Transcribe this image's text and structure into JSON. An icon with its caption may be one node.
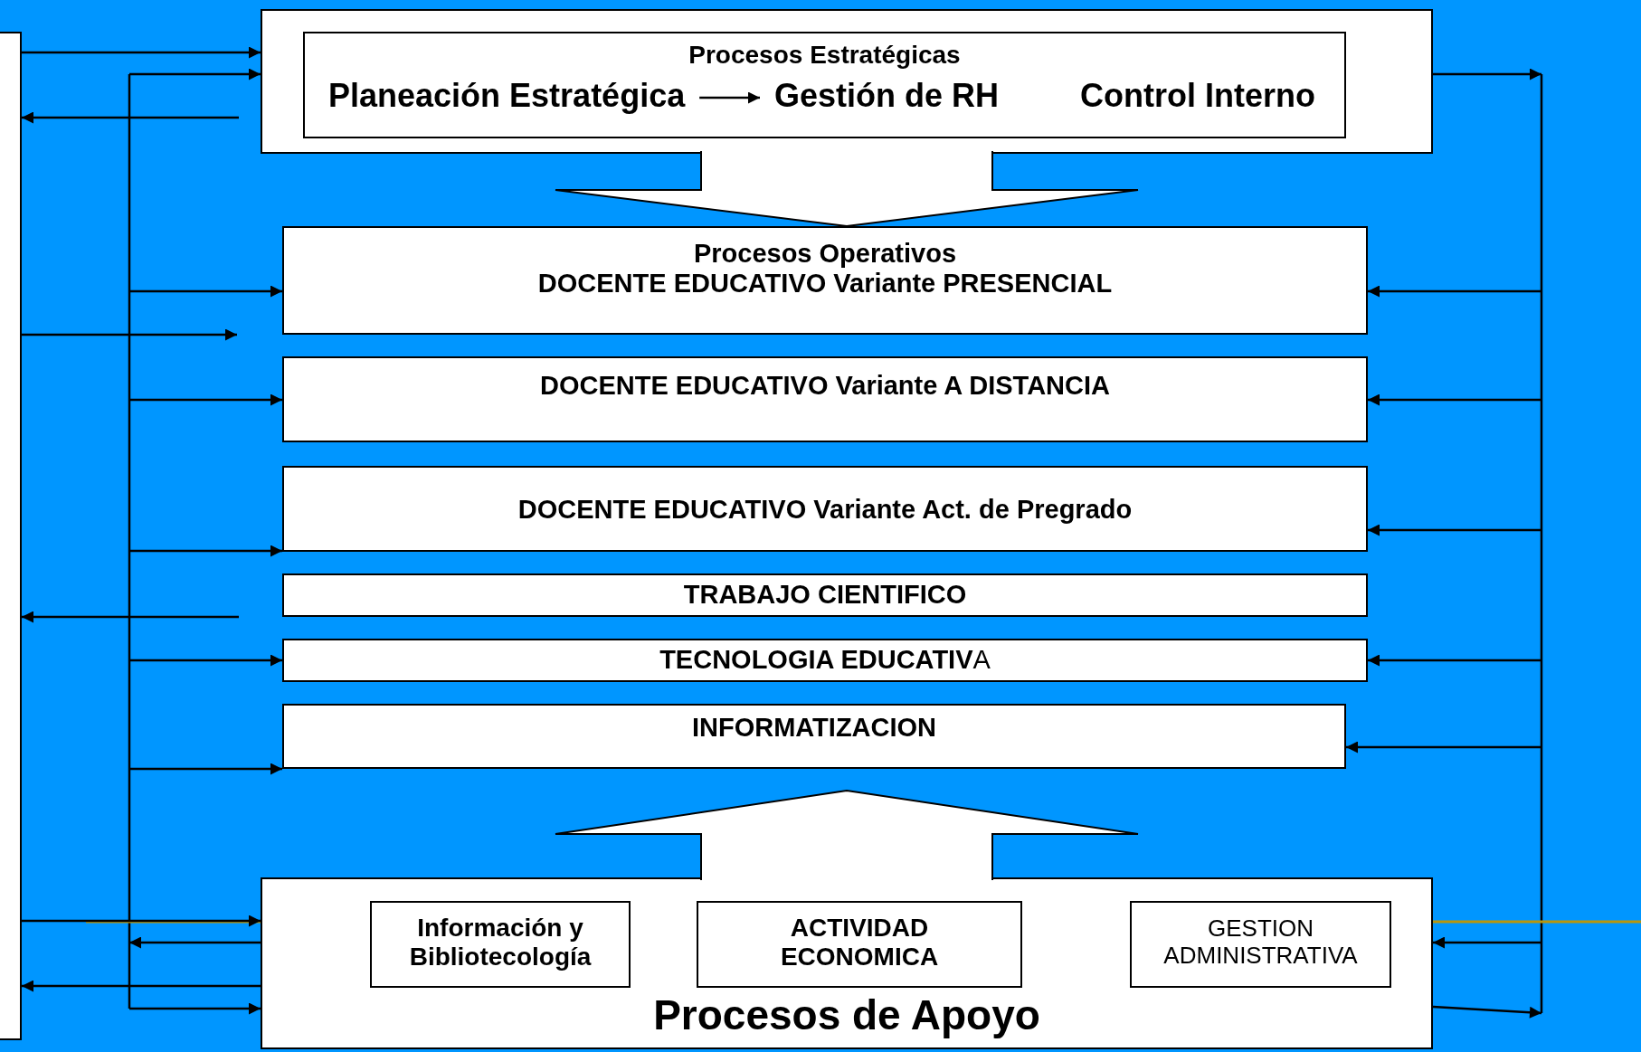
{
  "diagram": {
    "nodes": [
      {
        "text": [],
        "shape": "box"
      },
      {
        "text": [],
        "shape": "box"
      },
      {
        "text": [
          "Procesos Estratégicas"
        ],
        "in": 1
      },
      {
        "text": [
          "Planeación Estratégica"
        ],
        "in": 2
      },
      {
        "text": [
          "Gestión de RH"
        ],
        "in": 2
      },
      {
        "text": [
          "Control Interno"
        ],
        "in": 2
      },
      {
        "text": [
          "Procesos Operativos",
          "DOCENTE EDUCATIVO Variante PRESENCIAL"
        ]
      },
      {
        "text": [
          "DOCENTE EDUCATIVO Variante A DISTANCIA"
        ]
      },
      {
        "text": [
          "DOCENTE EDUCATIVO Variante Act. de Pregrado"
        ]
      },
      {
        "text": [
          "TRABAJO CIENTIFICO"
        ]
      },
      {
        "text": [
          "**TECNOLOGIA EDUCATIV**A"
        ]
      },
      {
        "text": [
          "INFORMATIZACION"
        ]
      },
      {
        "text": [
          "Procesos de Apoyo"
        ]
      },
      {
        "text": [
          "Información y Bibliotecología"
        ],
        "in": 12
      },
      {
        "text": [
          "ACTIVIDAD ECONOMICA"
        ],
        "in": 12
      },
      {
        "text": [
          "GESTION ADMINISTRATIVA"
        ],
        "in": 12
      }
    ],
    "edges": [
      {
        "from": 0,
        "to": 1,
        "arrow": "to"
      },
      {
        "from": null,
        "to": 0,
        "arrow": "to"
      },
      {
        "from": 0,
        "to": null,
        "arrow": "to"
      },
      {
        "from": null,
        "to": 0,
        "arrow": "to"
      },
      {
        "from": 0,
        "to": 12,
        "arrow": "to"
      },
      {
        "from": 12,
        "to": 0,
        "arrow": "to"
      },
      {
        "from": 12,
        "to": null,
        "arrow": "to"
      },
      {
        "from": null,
        "to": 1,
        "arrow": "to"
      },
      {
        "from": null,
        "to": 6,
        "arrow": "to"
      },
      {
        "from": null,
        "to": 7,
        "arrow": "to"
      },
      {
        "from": null,
        "to": 8,
        "arrow": "to"
      },
      {
        "from": null,
        "to": 10,
        "arrow": "to"
      },
      {
        "from": null,
        "to": 11,
        "arrow": "to"
      },
      {
        "from": null,
        "to": 12,
        "arrow": "to"
      },
      {
        "from": 1,
        "to": null,
        "arrow": "to"
      },
      {
        "from": null,
        "to": 6,
        "arrow": "to"
      },
      {
        "from": null,
        "to": 7,
        "arrow": "to"
      },
      {
        "from": null,
        "to": 8,
        "arrow": "to"
      },
      {
        "from": null,
        "to": 10,
        "arrow": "to"
      },
      {
        "from": null,
        "to": 11,
        "arrow": "to"
      },
      {
        "from": null,
        "to": 12,
        "arrow": "to"
      },
      {
        "from": 12,
        "to": null,
        "arrow": "to"
      },
      {
        "from": 1,
        "to": 6,
        "arrow": "to",
        "style": "thick"
      },
      {
        "from": 12,
        "to": 11,
        "arrow": "to",
        "style": "thick"
      },
      {
        "from": 3,
        "to": 4,
        "arrow": "to"
      }
    ]
  }
}
